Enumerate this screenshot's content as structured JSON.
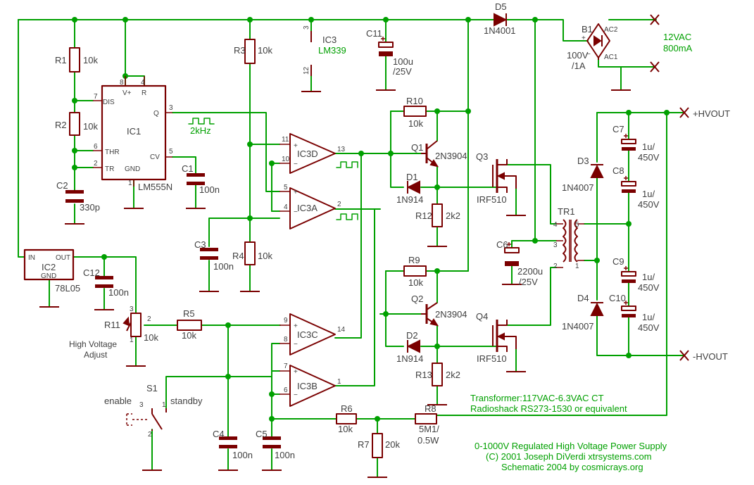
{
  "components": {
    "r1": {
      "ref": "R1",
      "value": "10k"
    },
    "r2": {
      "ref": "R2",
      "value": "10k"
    },
    "r3": {
      "ref": "R3",
      "value": "10k"
    },
    "r4": {
      "ref": "R4",
      "value": "10k"
    },
    "r5": {
      "ref": "R5",
      "value": "10k"
    },
    "r6": {
      "ref": "R6",
      "value": "10k"
    },
    "r7": {
      "ref": "R7",
      "value": "20k"
    },
    "r8": {
      "ref": "R8",
      "value": "5M1/",
      "value2": "0.5W"
    },
    "r9": {
      "ref": "R9",
      "value": "10k"
    },
    "r10": {
      "ref": "R10",
      "value": "10k"
    },
    "r11": {
      "ref": "R11",
      "value": "10k"
    },
    "r12": {
      "ref": "R12",
      "value": "2k2"
    },
    "r13": {
      "ref": "R13",
      "value": "2k2"
    },
    "c1": {
      "ref": "C1",
      "value": "100n"
    },
    "c2": {
      "ref": "C2",
      "value": "330p"
    },
    "c3": {
      "ref": "C3",
      "value": "100n"
    },
    "c4": {
      "ref": "C4",
      "value": "100n"
    },
    "c5": {
      "ref": "C5",
      "value": "100n"
    },
    "c6": {
      "ref": "C6",
      "value": "2200u",
      "value2": "/25V"
    },
    "c7": {
      "ref": "C7",
      "value": "1u/",
      "value2": "450V"
    },
    "c8": {
      "ref": "C8",
      "value": "1u/",
      "value2": "450V"
    },
    "c9": {
      "ref": "C9",
      "value": "1u/",
      "value2": "450V"
    },
    "c10": {
      "ref": "C10",
      "value": "1u/",
      "value2": "450V"
    },
    "c11": {
      "ref": "C11",
      "value": "100u",
      "value2": "/25V"
    },
    "c12": {
      "ref": "C12",
      "value": "100n"
    },
    "d1": {
      "ref": "D1",
      "value": "1N914"
    },
    "d2": {
      "ref": "D2",
      "value": "1N914"
    },
    "d3": {
      "ref": "D3",
      "value": "1N4007"
    },
    "d4": {
      "ref": "D4",
      "value": "1N4007"
    },
    "d5": {
      "ref": "D5",
      "value": "1N4001"
    },
    "q1": {
      "ref": "Q1",
      "value": "2N3904"
    },
    "q2": {
      "ref": "Q2",
      "value": "2N3904"
    },
    "q3": {
      "ref": "Q3",
      "value": "IRF510"
    },
    "q4": {
      "ref": "Q4",
      "value": "IRF510"
    },
    "b1": {
      "ref": "B1",
      "value": "100V",
      "value2": "/1A",
      "ac1": "AC1",
      "ac2": "AC2"
    },
    "tr1": {
      "ref": "TR1"
    },
    "s1": {
      "ref": "S1",
      "enable": "enable",
      "standby": "standby"
    },
    "ic1": {
      "ref": "IC1",
      "part": "LM555N",
      "pins": {
        "vplus": "V+",
        "r": "R",
        "dis": "DIS",
        "thr": "THR",
        "tr": "TR",
        "gnd": "GND",
        "q": "Q",
        "cv": "CV"
      }
    },
    "ic2": {
      "ref": "IC2",
      "part": "78L05",
      "in": "IN",
      "out": "OUT",
      "gnd": "GND"
    },
    "ic3": {
      "ref": "IC3",
      "part": "LM339",
      "pin_top": "3",
      "pin_bot": "12"
    },
    "ic3a": {
      "ref": "IC3A"
    },
    "ic3b": {
      "ref": "IC3B"
    },
    "ic3c": {
      "ref": "IC3C"
    },
    "ic3d": {
      "ref": "IC3D"
    }
  },
  "labels": {
    "freq": "2kHz",
    "adjust_line1": "High Voltage",
    "adjust_line2": "Adjust",
    "supply_line1": "12VAC",
    "supply_line2": "800mA",
    "hvout_pos": "+HVOUT",
    "hvout_neg": "-HVOUT",
    "transformer_line1": "Transformer:117VAC-6.3VAC CT",
    "transformer_line2": "Radioshack RS273-1530 or equivalent",
    "title_line1": "0-1000V Regulated High Voltage Power Supply",
    "title_line2": "(C) 2001 Joseph DiVerdi  xtrsystems.com",
    "title_line3": "Schematic 2004 by cosmicrays.org"
  },
  "pins": {
    "ic1": [
      "8",
      "4",
      "7",
      "3",
      "6",
      "2",
      "5",
      "1"
    ],
    "ic3d": [
      "11",
      "10",
      "13"
    ],
    "ic3a": [
      "5",
      "4",
      "2"
    ],
    "ic3c": [
      "9",
      "8",
      "14"
    ],
    "ic3b": [
      "7",
      "6",
      "1"
    ],
    "r11": [
      "3",
      "2",
      "1"
    ],
    "tr1": [
      "4",
      "5",
      "3",
      "2",
      "1"
    ],
    "s1": [
      "3",
      "1",
      "2"
    ]
  },
  "colors": {
    "wire": "#00a000",
    "symbol": "#7a0000",
    "text": "#404040",
    "background": "#ffffff"
  }
}
